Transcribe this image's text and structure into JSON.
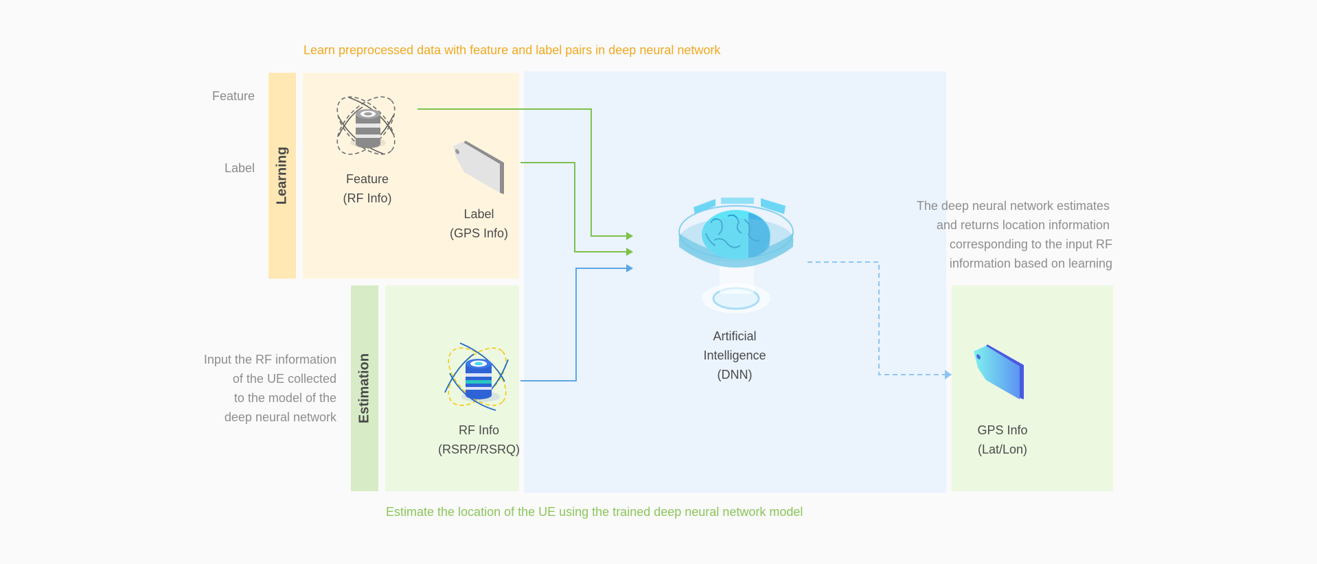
{
  "colors": {
    "background": "#FAFAFA",
    "learning_bar": "#FFE8B4",
    "learning_panel": "#FFF5DF",
    "ai_panel": "#EBF3FD",
    "estimation_bar": "#D7ECC6",
    "estimation_panel": "#EDF8E1",
    "learning_caption": "#F0A81E",
    "estimation_caption": "#8BC55A",
    "green_arrow": "#7DC14E",
    "blue_arrow": "#5EA6E3",
    "dashed_arrow": "#8EC5F0"
  },
  "top_caption": "Learn preprocessed data with feature and label pairs in deep neural network",
  "bottom_caption": "Estimate the location of the UE using the trained deep neural network model",
  "learning": {
    "section_label": "Learning",
    "row_labels": {
      "feature": "Feature",
      "label": "Label"
    },
    "feature_node": {
      "icon": "database-orbit-icon",
      "line1": "Feature",
      "line2": "(RF Info)"
    },
    "label_node": {
      "icon": "tag-icon",
      "line1": "Label",
      "line2": "(GPS Info)"
    }
  },
  "estimation": {
    "section_label": "Estimation",
    "description": [
      "Input the RF information",
      "of the UE collected",
      "to the model of the",
      "deep neural network"
    ],
    "rf_node": {
      "icon": "database-orbit-icon",
      "line1": "RF Info",
      "line2": "(RSRP/RSRQ)"
    }
  },
  "ai": {
    "icon": "brain-hologram-icon",
    "line1": "Artificial",
    "line2": "Intelligence",
    "line3": "(DNN)",
    "description": [
      "The deep neural network estimates",
      "and returns location information",
      "corresponding to the input RF",
      "information based on learning"
    ]
  },
  "output": {
    "icon": "tag-icon",
    "line1": "GPS Info",
    "line2": "(Lat/Lon)"
  }
}
